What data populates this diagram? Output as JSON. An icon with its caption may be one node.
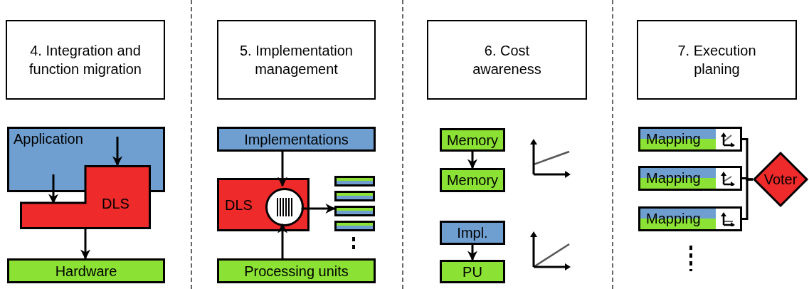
{
  "diagram": {
    "nodes": [
      {
        "text": [
          "4. Integration and function migration"
        ]
      },
      {
        "text": [
          "Application"
        ]
      },
      {
        "text": [
          "DLS"
        ]
      },
      {
        "text": [
          "Hardware"
        ]
      },
      {
        "text": [
          "5. Implementation management"
        ]
      },
      {
        "text": [
          "Implementations"
        ]
      },
      {
        "text": [
          "DLS"
        ]
      },
      {
        "text": [],
        "shape": "circle",
        "in": 6
      },
      {
        "text": [],
        "shape": "bar"
      },
      {
        "text": [],
        "shape": "bar"
      },
      {
        "text": [],
        "shape": "bar"
      },
      {
        "text": [],
        "shape": "bar"
      },
      {
        "text": [
          "Processing units"
        ]
      },
      {
        "text": [
          "6. Cost awareness"
        ]
      },
      {
        "text": [
          "Memory"
        ]
      },
      {
        "text": [
          "Memory"
        ]
      },
      {
        "text": [
          "Impl."
        ]
      },
      {
        "text": [
          "PU"
        ]
      },
      {
        "text": [
          "7. Execution planing"
        ]
      },
      {
        "text": [
          "Mapping"
        ]
      },
      {
        "text": [
          "Mapping"
        ]
      },
      {
        "text": [
          "Mapping"
        ]
      },
      {
        "text": [
          "Voter"
        ]
      }
    ],
    "edges": [
      {
        "from": 1,
        "to": 2,
        "arrow": "to"
      },
      {
        "from": 1,
        "to": 2,
        "arrow": "to"
      },
      {
        "from": 2,
        "to": 3,
        "arrow": "to"
      },
      {
        "from": 5,
        "to": 7,
        "arrow": "to"
      },
      {
        "from": 12,
        "to": 7,
        "arrow": "to"
      },
      {
        "from": 7,
        "to": 10,
        "arrow": "to"
      },
      {
        "from": 14,
        "to": 15,
        "arrow": "to"
      },
      {
        "from": 16,
        "to": 17,
        "arrow": "to"
      },
      {
        "from": 19,
        "to": 22,
        "arrow": "none"
      },
      {
        "from": 20,
        "to": 22,
        "arrow": "none"
      },
      {
        "from": 21,
        "to": 22,
        "arrow": "none"
      }
    ]
  }
}
